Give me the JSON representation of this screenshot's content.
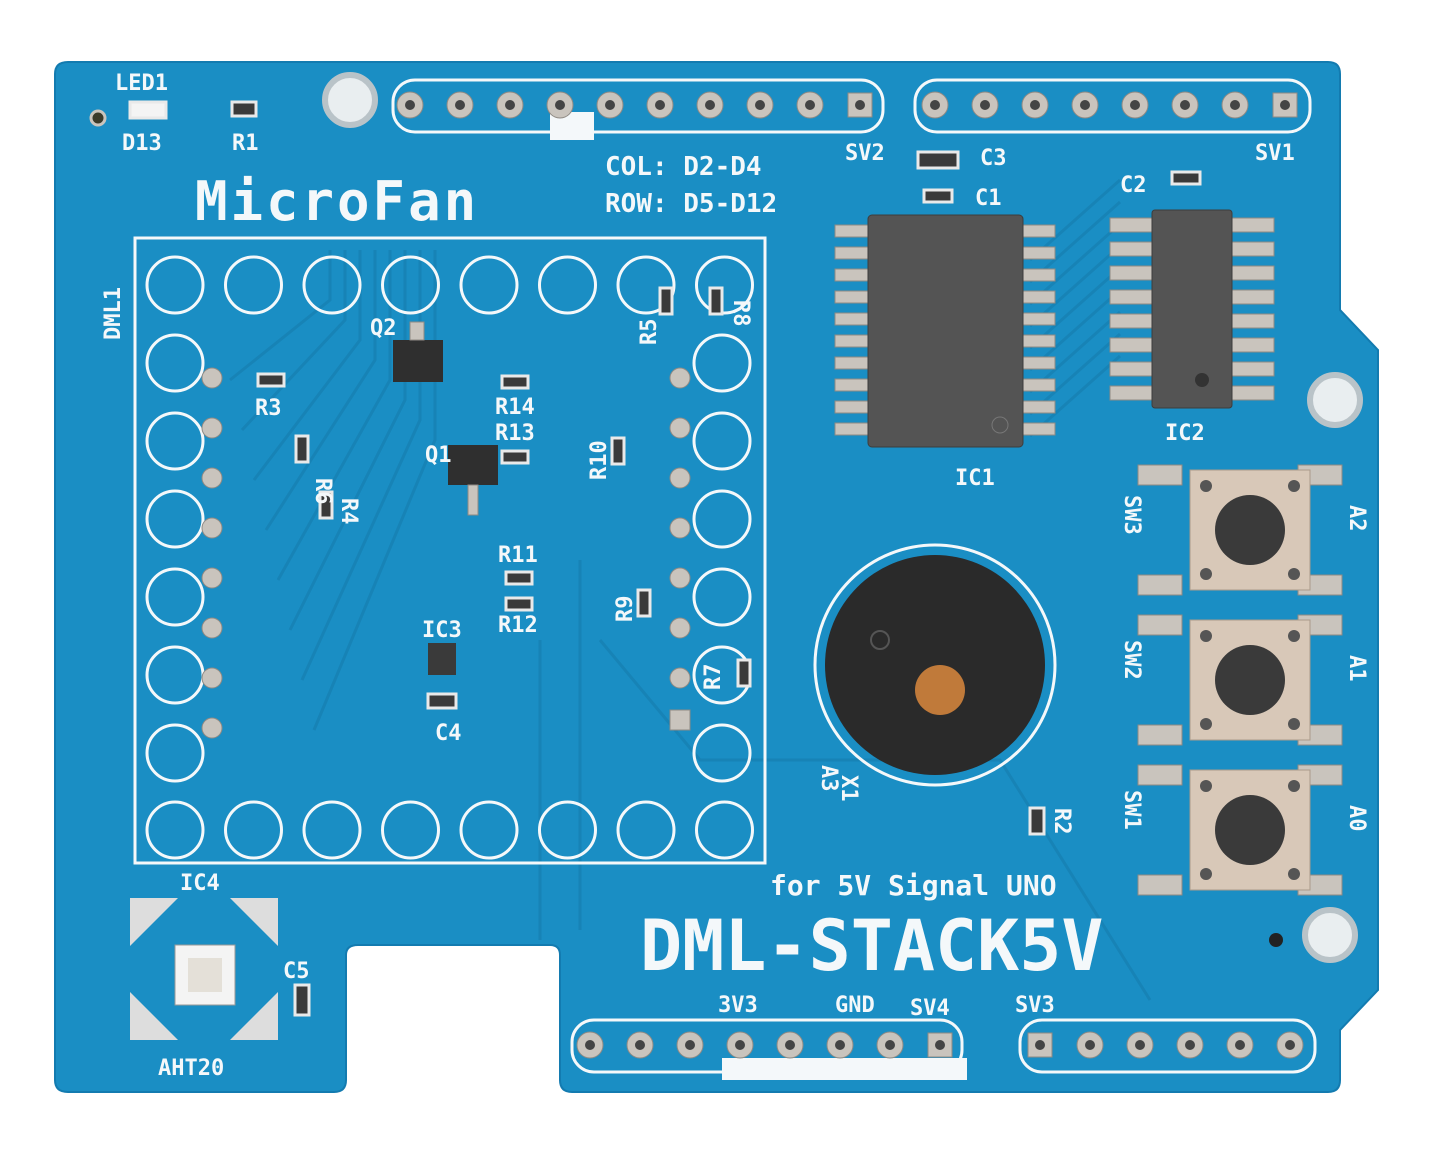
{
  "board": {
    "title": "MicroFan",
    "model": "DML-STACK5V",
    "subtitle": "for 5V Signal UNO",
    "col_note": "COL: D2-D4",
    "row_note": "ROW: D5-D12",
    "colors": {
      "pcb": "#1a8ec4",
      "silk": "#f4f8fa",
      "chip": "#545454",
      "pad": "#c9c4bd",
      "buzzer": "#2a2a2a"
    }
  },
  "labels": {
    "led1": "LED1",
    "d13": "D13",
    "r1": "R1",
    "sv2": "SV2",
    "sv1": "SV1",
    "c3": "C3",
    "c1": "C1",
    "c2": "C2",
    "dml1": "DML1",
    "q2": "Q2",
    "q1": "Q1",
    "r3": "R3",
    "r4": "R4",
    "r5": "R5",
    "r6": "R6",
    "r7": "R7",
    "r8": "R8",
    "r9": "R9",
    "r10": "R10",
    "r11": "R11",
    "r12": "R12",
    "r13": "R13",
    "r14": "R14",
    "ic1": "IC1",
    "ic2": "IC2",
    "ic3": "IC3",
    "c4": "C4",
    "ic4": "IC4",
    "c5": "C5",
    "aht20": "AHT20",
    "sw1": "SW1",
    "sw2": "SW2",
    "sw3": "SW3",
    "a0": "A0",
    "a1": "A1",
    "a2": "A2",
    "a3": "A3",
    "x1": "X1",
    "r2": "R2",
    "v3v3": "3V3",
    "gnd": "GND",
    "sv4": "SV4",
    "sv3": "SV3"
  }
}
